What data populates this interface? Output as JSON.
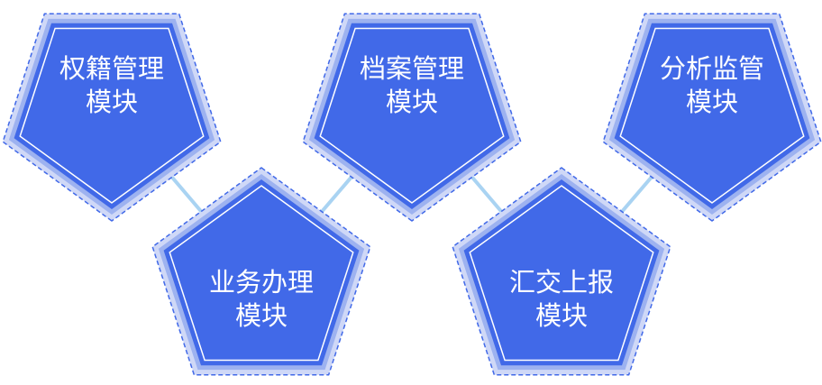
{
  "modules": [
    {
      "line1": "权籍管理",
      "line2": "模块"
    },
    {
      "line1": "业务办理",
      "line2": "模块"
    },
    {
      "line1": "档案管理",
      "line2": "模块"
    },
    {
      "line1": "汇交上报",
      "line2": "模块"
    },
    {
      "line1": "分析监管",
      "line2": "模块"
    }
  ],
  "colors": {
    "fill": "#4169e8",
    "outer_band": "#cfd8f7",
    "mid_band": "#9db2f0",
    "inner_line": "#ffffff",
    "dash": "#4169e8",
    "connector": "#a9d3f2"
  }
}
